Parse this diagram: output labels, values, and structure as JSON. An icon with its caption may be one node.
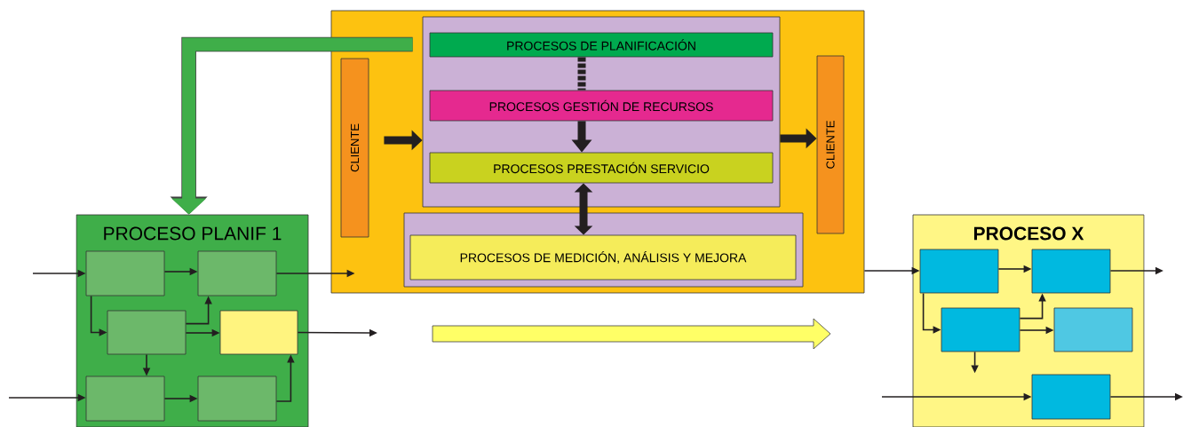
{
  "diagram": {
    "nodes": [
      {
        "text": [],
        "shape": "box"
      },
      {
        "text": [
          "CLIENTE"
        ],
        "in": 0
      },
      {
        "text": [],
        "shape": "box",
        "in": 0
      },
      {
        "text": [
          "PROCESOS DE PLANIFICACIÓN"
        ],
        "in": 2
      },
      {
        "text": [
          "PROCESOS GESTIÓN DE RECURSOS"
        ],
        "in": 2
      },
      {
        "text": [
          "PROCESOS PRESTACIÓN SERVICIO"
        ],
        "in": 2
      },
      {
        "text": [],
        "shape": "box",
        "in": 0
      },
      {
        "text": [
          "PROCESOS DE MEDICIÓN, ANÁLISIS Y MEJORA"
        ],
        "in": 6
      },
      {
        "text": [
          "CLIENTE"
        ],
        "in": 0
      },
      {
        "text": [
          "PROCESO PLANIF 1"
        ]
      },
      {
        "text": [],
        "shape": "box",
        "in": 9
      },
      {
        "text": [],
        "shape": "box",
        "in": 9
      },
      {
        "text": [],
        "shape": "box",
        "in": 9
      },
      {
        "text": [],
        "shape": "box",
        "in": 9
      },
      {
        "text": [],
        "shape": "box",
        "in": 9
      },
      {
        "text": [],
        "shape": "box",
        "in": 9
      },
      {
        "text": [
          "PROCESO X"
        ]
      },
      {
        "text": [],
        "shape": "box",
        "in": 16
      },
      {
        "text": [],
        "shape": "box",
        "in": 16
      },
      {
        "text": [],
        "shape": "box",
        "in": 16
      },
      {
        "text": [],
        "shape": "box",
        "in": 16
      },
      {
        "text": [],
        "shape": "box",
        "in": 16
      }
    ],
    "edges": [
      {
        "from": 2,
        "to": 9,
        "arrow": "to",
        "style": "thick",
        "color": "#3fae49"
      },
      {
        "from": 3,
        "to": 4,
        "arrow": "none",
        "style": "dashed"
      },
      {
        "from": 4,
        "to": 5,
        "arrow": "to",
        "style": "thick"
      },
      {
        "from": 5,
        "to": 7,
        "arrow": "both",
        "style": "thick"
      },
      {
        "from": 1,
        "to": 2,
        "arrow": "to",
        "style": "thick"
      },
      {
        "from": 2,
        "to": 8,
        "arrow": "to",
        "style": "thick"
      },
      {
        "from": null,
        "to": 10,
        "arrow": "to"
      },
      {
        "from": 10,
        "to": 11,
        "arrow": "to"
      },
      {
        "from": 10,
        "to": 12,
        "arrow": "to"
      },
      {
        "from": 12,
        "to": 11,
        "arrow": "to"
      },
      {
        "from": 12,
        "to": 13,
        "arrow": "to"
      },
      {
        "from": 12,
        "to": 14,
        "arrow": "to"
      },
      {
        "from": null,
        "to": 14,
        "arrow": "to"
      },
      {
        "from": 14,
        "to": 15,
        "arrow": "to"
      },
      {
        "from": 15,
        "to": 13,
        "arrow": "to"
      },
      {
        "from": 11,
        "to": 0,
        "arrow": "to"
      },
      {
        "from": 13,
        "to": null,
        "arrow": "to"
      },
      {
        "from": 0,
        "to": 17,
        "arrow": "to"
      },
      {
        "from": 17,
        "to": 18,
        "arrow": "to"
      },
      {
        "from": 17,
        "to": 19,
        "arrow": "to"
      },
      {
        "from": 19,
        "to": 18,
        "arrow": "to"
      },
      {
        "from": 19,
        "to": 20,
        "arrow": "to"
      },
      {
        "from": 19,
        "to": null,
        "arrow": "to"
      },
      {
        "from": null,
        "to": 21,
        "arrow": "to"
      },
      {
        "from": 21,
        "to": null,
        "arrow": "to"
      },
      {
        "from": 18,
        "to": null,
        "arrow": "to"
      }
    ]
  }
}
